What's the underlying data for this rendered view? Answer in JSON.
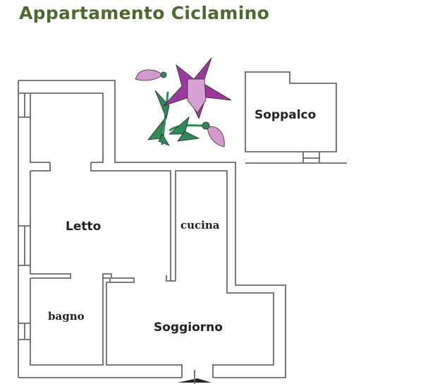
{
  "title": "Appartamento Ciclamino",
  "rooms": {
    "soppalco": "Soppalco",
    "letto": "Letto",
    "cucina": "cucina",
    "bagno": "bagno",
    "soggiorno": "Soggiorno"
  },
  "colors": {
    "title": "#4d6a2e",
    "wall": "#6a6a6a",
    "petal": "#9b3a9a",
    "leaf": "#2e8b57"
  }
}
